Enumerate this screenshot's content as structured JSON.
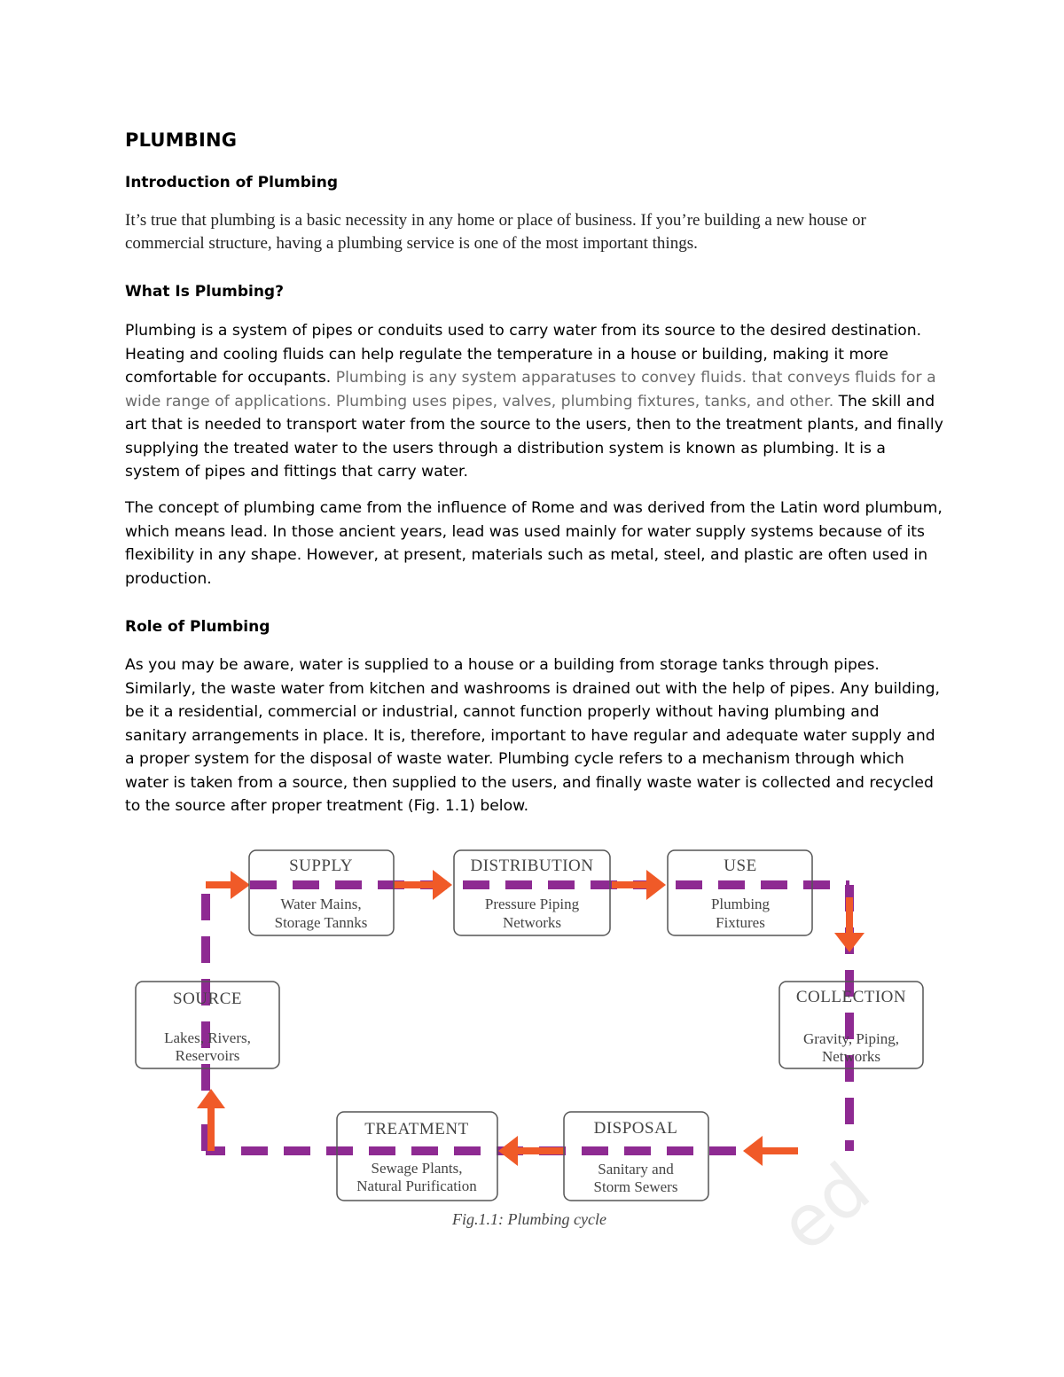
{
  "title": "PLUMBING",
  "sections": {
    "intro_heading": "Introduction of Plumbing",
    "intro_text": "It’s true that plumbing is a basic necessity in any home or place of business. If you’re building a new house or commercial structure, having a plumbing service is one of the most important things.",
    "what_heading": "What Is Plumbing?",
    "what_p1_a": "Plumbing is a system of pipes or conduits used to carry water from its source to the desired destination. Heating and cooling fluids can help regulate the temperature in a house or building, making it more comfortable for occupants. ",
    "what_p1_b": "Plumbing is any system apparatuses to convey fluids. that conveys fluids for a wide range of applications. Plumbing uses pipes, valves, plumbing fixtures, tanks, and other.",
    "what_p1_c": " The skill and art that is needed to transport water from the source to the users, then to the treatment plants, and finally supplying the treated water to the users through a distribution system is known as plumbing. It is a system of pipes and fittings that carry water.",
    "what_p2": "The concept of plumbing came from the influence of Rome and was derived from the Latin word plumbum, which means lead. In those ancient years, lead was used mainly for water supply systems because of its flexibility in any shape. However, at present, materials such as metal, steel, and plastic are often used in production.",
    "role_heading": "Role of Plumbing",
    "role_text": "As you may be aware, water is supplied to a house or a building from storage tanks through pipes. Similarly, the waste water from kitchen and washrooms is drained out with the help of pipes. Any building, be it a residential, commercial or industrial, cannot function properly without having plumbing and sanitary arrangements in place. It is, therefore, important to have regular and adequate water supply and a proper system for the disposal of waste water. Plumbing cycle refers to a mechanism through which water is taken from a source, then supplied to the users, and finally waste water is collected and recycled to the source after proper treatment (Fig. 1.1) below."
  },
  "diagram": {
    "supply": {
      "title": "SUPPLY",
      "line1": "Water Mains,",
      "line2": "Storage Tannks"
    },
    "distribution": {
      "title": "DISTRIBUTION",
      "line1": "Pressure Piping",
      "line2": "Networks"
    },
    "use": {
      "title": "USE",
      "line1": "Plumbing",
      "line2": "Fixtures"
    },
    "source": {
      "title": "SOURCE",
      "line1": "Lakes, Rivers,",
      "line2": "Reservoirs"
    },
    "collection": {
      "title": "COLLECTION",
      "line1": "Gravity, Piping,",
      "line2": "Networks"
    },
    "treatment": {
      "title": "TREATMENT",
      "line1": "Sewage Plants,",
      "line2": "Natural Purification"
    },
    "disposal": {
      "title": "DISPOSAL",
      "line1": "Sanitary and",
      "line2": "Storm Sewers"
    },
    "caption": "Fig.1.1: Plumbing cycle",
    "colors": {
      "dash": "#8e2a92",
      "arrow": "#f05a28",
      "box": "#555555"
    }
  }
}
